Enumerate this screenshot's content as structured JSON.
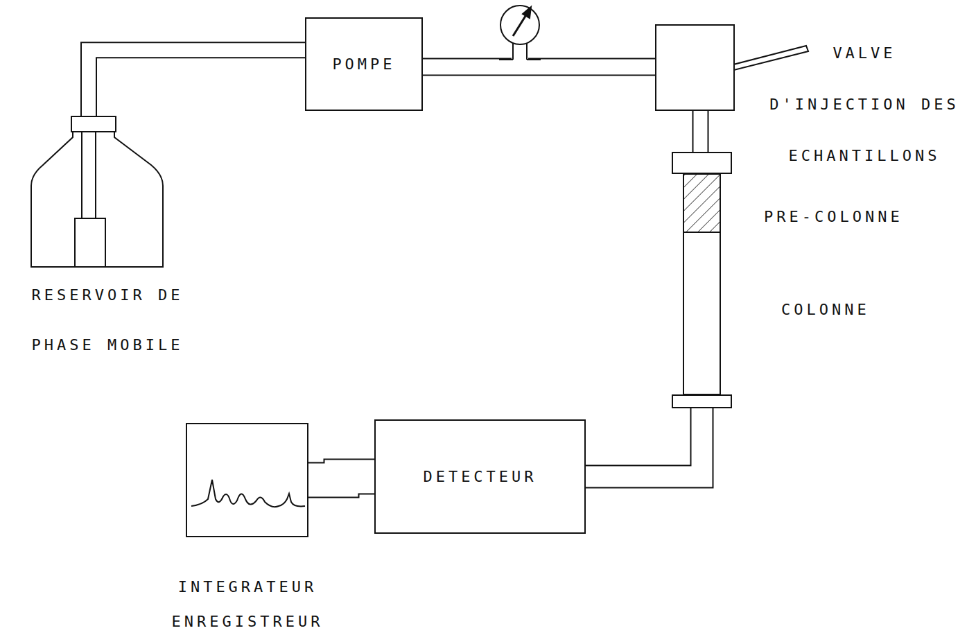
{
  "diagram": {
    "nodes": [
      {
        "text": [
          "RESERVOIR DE PHASE MOBILE"
        ]
      },
      {
        "text": [
          "POMPE"
        ]
      },
      {
        "text": [
          "VALVE D'INJECTION DES ECHANTILLONS"
        ]
      },
      {
        "text": [
          "PRE-COLONNE"
        ]
      },
      {
        "text": [
          "COLONNE"
        ]
      },
      {
        "text": [
          "DETECTEUR"
        ]
      },
      {
        "text": [
          "INTEGRATEUR ENREGISTREUR"
        ]
      }
    ],
    "edges": [
      {
        "from": 0,
        "to": 1,
        "arrow": "none"
      },
      {
        "from": 1,
        "to": 2,
        "arrow": "none"
      },
      {
        "from": 2,
        "to": 3,
        "arrow": "none"
      },
      {
        "from": 4,
        "to": 5,
        "arrow": "none"
      },
      {
        "from": 5,
        "to": 6,
        "arrow": "none"
      }
    ]
  }
}
